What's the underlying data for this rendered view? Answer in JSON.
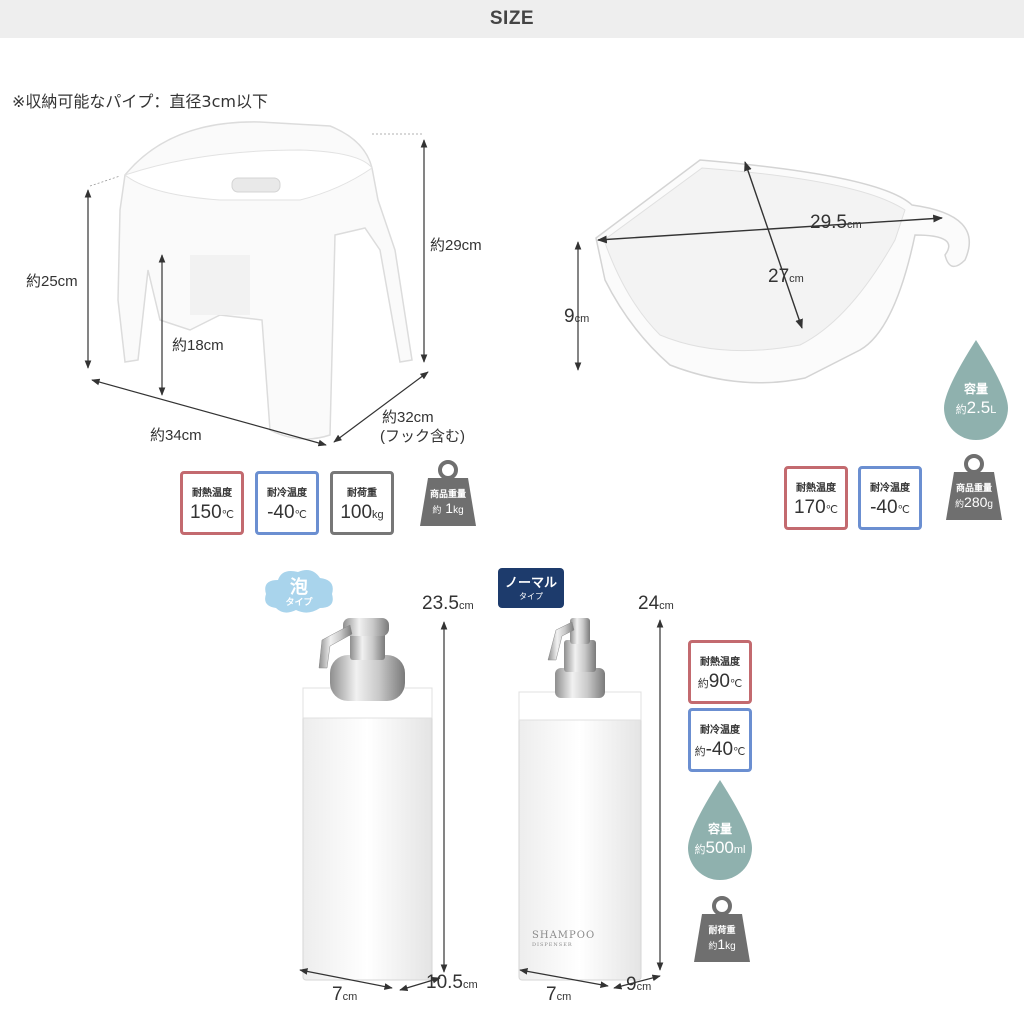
{
  "header": {
    "title": "SIZE"
  },
  "note": "※収納可能なパイプ：直径3cm以下",
  "stool": {
    "depth": "約32cm",
    "depth_note": "(フック含む)",
    "width": "約34cm",
    "height_front": "約25cm",
    "height_back": "約29cm",
    "leg_height": "約18cm",
    "badges": [
      {
        "label": "耐熱温度",
        "value": "150",
        "unit": "℃",
        "color": "#c36a6f"
      },
      {
        "label": "耐冷温度",
        "value": "-40",
        "unit": "℃",
        "color": "#6b8fd1"
      },
      {
        "label": "耐荷重",
        "value": "100",
        "unit": "kg",
        "color": "#777777"
      }
    ],
    "weight": {
      "label": "商品重量",
      "prefix": "約",
      "value": "1",
      "unit": "kg"
    }
  },
  "basin": {
    "diag_long": "29.5",
    "diag_long_unit": "cm",
    "diag_short": "27",
    "diag_short_unit": "cm",
    "height": "9",
    "height_unit": "cm",
    "capacity": {
      "label": "容量",
      "prefix": "約",
      "value": "2.5",
      "unit": "L"
    },
    "badges": [
      {
        "label": "耐熱温度",
        "value": "170",
        "unit": "℃",
        "color": "#c36a6f"
      },
      {
        "label": "耐冷温度",
        "value": "-40",
        "unit": "℃",
        "color": "#6b8fd1"
      }
    ],
    "weight": {
      "label": "商品重量",
      "prefix": "約",
      "value": "280",
      "unit": "g"
    }
  },
  "dispenser_foam": {
    "tag": "泡",
    "tag_sub": "タイプ",
    "height": "23.5",
    "height_unit": "cm",
    "width": "7",
    "width_unit": "cm",
    "depth": "10.5",
    "depth_unit": "cm"
  },
  "dispenser_normal": {
    "tag": "ノーマル",
    "tag_sub": "タイプ",
    "height": "24",
    "height_unit": "cm",
    "width": "7",
    "width_unit": "cm",
    "depth": "9",
    "depth_unit": "cm",
    "print_main": "SHAMPOO",
    "print_sub": "DISPENSER"
  },
  "dispenser_specs": {
    "heat": {
      "label": "耐熱温度",
      "prefix": "約",
      "value": "90",
      "unit": "℃",
      "color": "#c36a6f"
    },
    "cold": {
      "label": "耐冷温度",
      "prefix": "約",
      "value": "-40",
      "unit": "℃",
      "color": "#6b8fd1"
    },
    "capacity": {
      "label": "容量",
      "prefix": "約",
      "value": "500",
      "unit": "ml"
    },
    "load": {
      "label": "耐荷重",
      "prefix": "約",
      "value": "1",
      "unit": "kg"
    }
  },
  "colors": {
    "header_bg": "#eeeeee",
    "drop": "#8fb1ae",
    "weight_icon": "#6f6f6f",
    "foam_tag": "#a9d4ec",
    "normal_tag": "#1d3b6c"
  }
}
